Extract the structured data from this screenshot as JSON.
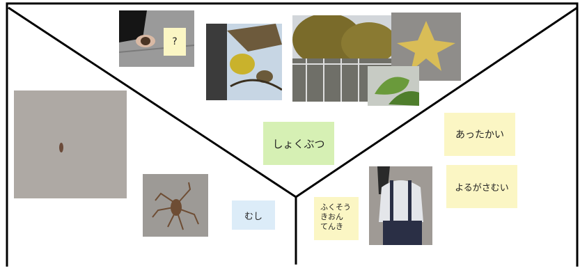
{
  "categories": {
    "plants": "しょくぶつ",
    "insects": "むし"
  },
  "notes": {
    "question": "?",
    "warm": "あったかい",
    "cold_night": "よるがさむい",
    "clothes_lines": [
      "ふくそう",
      "きおん",
      "てんき"
    ]
  },
  "colors": {
    "plants_note": "#d6f0b4",
    "insects_note": "#dcecf8",
    "yellow_note": "#fbf6c4",
    "divider_lines": "#000000"
  },
  "photos": [
    "hand-holding-pinecone",
    "yellow-leaves-branch",
    "trees-behind-fence",
    "fallen-yellow-leaf",
    "green-ginkgo-leaves",
    "small-bug-on-ground",
    "spider-on-pavement",
    "child-in-suspenders"
  ]
}
